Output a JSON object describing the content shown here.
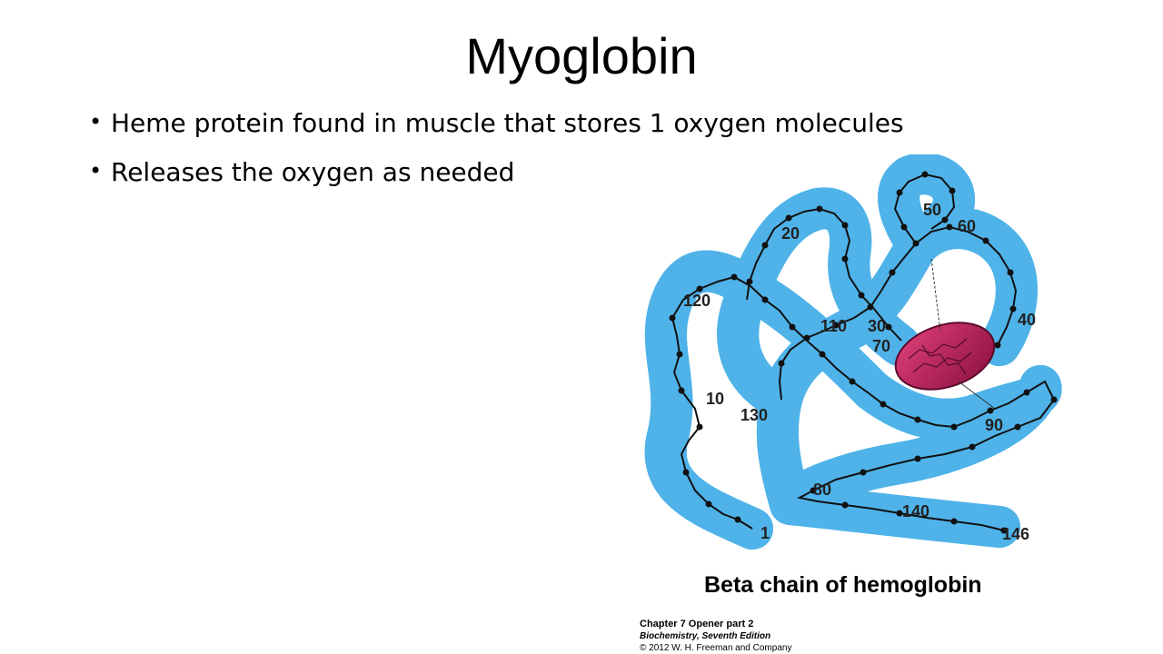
{
  "slide": {
    "title": "Myoglobin",
    "bullets": [
      {
        "text": "Heme protein found in muscle that stores  1 oxygen molecules"
      },
      {
        "text": "Releases the oxygen as needed"
      }
    ]
  },
  "figure": {
    "residue_labels": [
      "1",
      "10",
      "20",
      "30",
      "40",
      "50",
      "60",
      "70",
      "80",
      "90",
      "110",
      "120",
      "130",
      "140",
      "146"
    ],
    "caption": "Beta chain of hemoglobin",
    "credit": {
      "line1": "Chapter 7 Opener part 2",
      "line2": "Biochemistry, Seventh Edition",
      "line3": "© 2012 W. H. Freeman and Company"
    },
    "colors": {
      "tube": "#8fd3f5",
      "tube_edge": "#4fb3e8",
      "heme": "#c2185b",
      "chain": "#111111"
    }
  }
}
